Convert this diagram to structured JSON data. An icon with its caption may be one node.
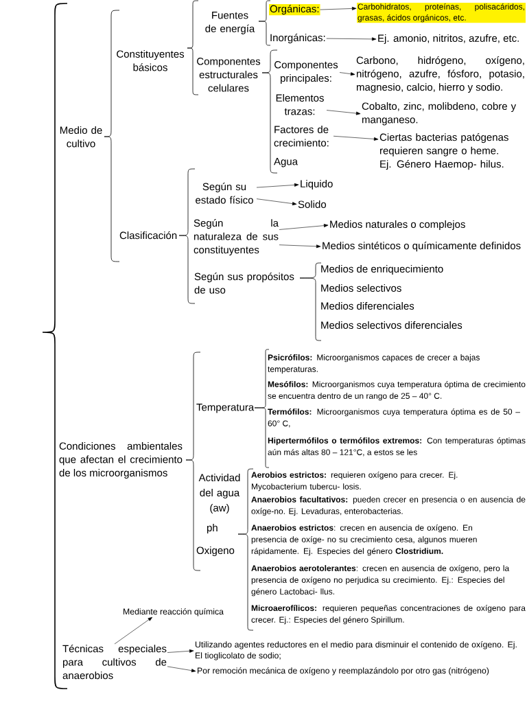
{
  "diagram": {
    "nodes": [
      {
        "text": [
          "Orgánicas:"
        ]
      },
      {
        "text": [
          "Carbohidratos, proteínas, polisacáridos, grasas, ácidos orgánicos, etc."
        ]
      },
      {
        "text": [
          "Inorgánicas:"
        ]
      },
      {
        "text": [
          "Ej. amonio, nitritos, azufre, etc."
        ]
      },
      {
        "text": [
          "Componentes principales:"
        ]
      },
      {
        "text": [
          "Carbono, hidrógeno, oxígeno, nitrógeno, azufre, fósforo, potasio, magnesio, calcio, hierro y sodio."
        ]
      },
      {
        "text": [
          "Elementos trazas:"
        ]
      },
      {
        "text": [
          "Cobalto, zinc, molibdeno, cobre y manganeso."
        ]
      },
      {
        "text": [
          "Factores de crecimiento:"
        ]
      },
      {
        "text": [
          "Ciertas bacterias patógenas requieren sangre o heme. Ej. Género Haemop- hilus."
        ]
      },
      {
        "text": [
          "Según su estado físico"
        ]
      },
      {
        "text": [
          "Liquido"
        ]
      },
      {
        "text": [
          "Solido"
        ]
      },
      {
        "text": [
          "Según la naturaleza de sus constituyentes"
        ]
      },
      {
        "text": [
          "Medios naturales o complejos"
        ]
      },
      {
        "text": [
          "Medios sintéticos o químicamente definidos"
        ]
      },
      {
        "text": [
          "Técnicas especiales para cultivos de anaerobios"
        ]
      },
      {
        "text": [
          "Mediante reacción química"
        ]
      },
      {
        "text": [
          "Utilizando agentes reductores en el medio para disminuir el contenido de oxígeno. Ej. El tioglicolato de sodio;"
        ]
      },
      {
        "text": [
          "Por remoción mecánica de oxígeno y reemplazándolo por otro gas (nitrógeno)"
        ]
      }
    ],
    "edges": [
      {
        "from": 0,
        "to": 1,
        "arrow": "to"
      },
      {
        "from": 2,
        "to": 3,
        "arrow": "to"
      },
      {
        "from": 4,
        "to": 5,
        "arrow": "to"
      },
      {
        "from": 6,
        "to": 7,
        "arrow": "to"
      },
      {
        "from": 8,
        "to": 9,
        "arrow": "to"
      },
      {
        "from": 10,
        "to": 11,
        "arrow": "to"
      },
      {
        "from": 10,
        "to": 12,
        "arrow": "to"
      },
      {
        "from": 13,
        "to": 14,
        "arrow": "to"
      },
      {
        "from": 13,
        "to": 15,
        "arrow": "to"
      },
      {
        "from": 16,
        "to": 17,
        "arrow": "to"
      },
      {
        "from": 16,
        "to": 18,
        "arrow": "to"
      },
      {
        "from": 16,
        "to": 19,
        "arrow": "to"
      }
    ],
    "labels": [
      "Medio de cultivo",
      "Constituyentes básicos",
      "Fuentes de energía",
      "Componentes estructurales celulares",
      "Agua",
      "Clasificación",
      "Según sus propósitos de uso",
      "Medios de enriquecimiento",
      "Medios selectivos",
      "Medios diferenciales",
      "Medios selectivos diferenciales",
      "Condiciones ambientales que afectan el crecimiento de los microorganismos",
      "Temperatura",
      "**Psicrófilos:** Microorganismos capaces de crecer a bajas temperaturas.",
      "**Mesófilos:** Microorganismos cuya temperatura óptima de crecimiento se encuentra dentro de un rango de 25 – 40° C.",
      "**Termófilos:** Microorganismos cuya temperatura óptima es de 50 – 60° C,",
      "**Hipertermófilos o termófilos extremos:** Con temperaturas óptimas aún más altas 80 – 121°C, a estos se les",
      "Actividad del agua (aw)",
      "ph",
      "Oxigeno",
      "**Aerobios estrictos:** requieren oxígeno para crecer. Ej. Mycobacterium tubercu- losis.",
      "**Anaerobios facultativos:** pueden crecer en presencia o en ausencia de oxíge-no. Ej. Levaduras, enterobacterias.",
      "**Anaerobios estrictos**: crecen en ausencia de oxígeno. En presencia de oxíge- no su crecimiento cesa, algunos mueren rápidamente. Ej. Especies del género **Clostridium.**",
      "**Anaerobios aerotolerantes**: crecen en ausencia de oxígeno, pero la presencia de oxígeno no perjudica su crecimiento. Ej.: Especies del género Lactobaci- llus.",
      "**Microaerofílicos:** requieren pequeñas concentraciones de oxígeno para crecer. Ej.: Especies del género Spirillum."
    ]
  }
}
